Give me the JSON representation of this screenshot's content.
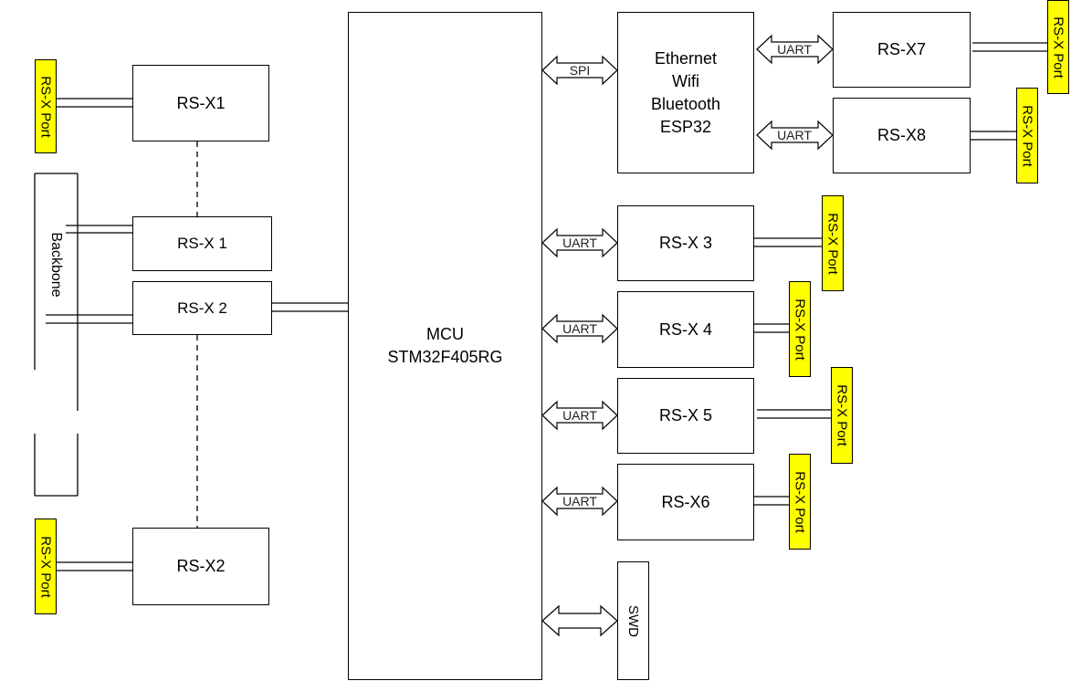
{
  "mcu": {
    "line1": "MCU",
    "line2": "STM32F405RG"
  },
  "esp": {
    "label": "Ethernet\nWifi\nBluetooth\nESP32"
  },
  "left_blocks": {
    "top": "RS-X1",
    "backbone_1": "RS-X 1",
    "backbone_2": "RS-X 2",
    "bottom": "RS-X2"
  },
  "backbone": {
    "label": "Backbone"
  },
  "right_blocks": {
    "x3": "RS-X 3",
    "x4": "RS-X 4",
    "x5": "RS-X 5",
    "x6": "RS-X6",
    "x7": "RS-X7",
    "x8": "RS-X8"
  },
  "swd": {
    "label": "SWD"
  },
  "port_label": "RS-X Port",
  "links": {
    "spi": "SPI",
    "uart": "UART"
  },
  "colors": {
    "port_fill": "#ffff00",
    "line": "#000000"
  }
}
